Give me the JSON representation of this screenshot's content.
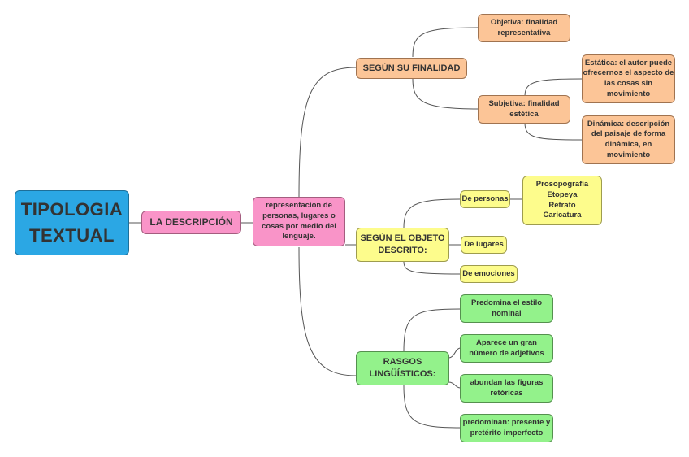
{
  "root": {
    "label": "TIPOLOGIA\nTEXTUAL"
  },
  "main": {
    "label": "LA DESCRIPCIÓN"
  },
  "definition": {
    "label": "representacion de\npersonas, lugares o\ncosas por medio del\nlenguaje."
  },
  "branches": {
    "finalidad": {
      "label": "SEGÚN SU FINALIDAD",
      "objetiva": "Objetiva: finalidad\nrepresentativa",
      "subjetiva": {
        "label": "Subjetiva: finalidad\nestética",
        "estatica": "Estática: el autor puede\nofrecernos el aspecto de\nlas cosas sin\nmovimiento",
        "dinamica": "Dinámica: descripción\ndel paisaje de forma\ndinámica, en\nmovimiento"
      }
    },
    "objeto": {
      "label": "SEGÚN EL OBJETO\nDESCRITO:",
      "personas": {
        "label": "De personas",
        "tipos": "Prosopografía\nEtopeya\nRetrato\nCaricatura"
      },
      "lugares": "De lugares",
      "emociones": "De emociones"
    },
    "rasgos": {
      "label": "RASGOS\nLINGÜÍSTICOS:",
      "items": [
        "Predomina el estilo\nnominal",
        "Aparece un gran\nnúmero de adjetivos",
        "abundan las figuras\nretóricas",
        "predominan: presente y\npretérito imperfecto"
      ]
    }
  },
  "colors": {
    "root": "#2ba7e4",
    "pink": "#f994c8",
    "orange": "#fcc597",
    "yellow": "#fdfc8c",
    "green": "#93f28b"
  }
}
